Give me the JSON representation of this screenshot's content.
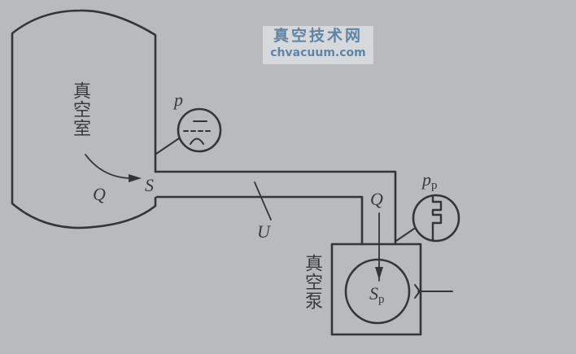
{
  "watermark": {
    "title_cn": "真空技术网",
    "url": "chvacuum.com",
    "color": "#5f84a6",
    "background": "#d6d9dc"
  },
  "diagram": {
    "background_color": "#b9babb",
    "line_color": "#353535",
    "labels": {
      "chamber": "真空室",
      "pump": "真空泵",
      "gauge_chamber": "p",
      "gauge_pump_base": "p",
      "gauge_pump_sub": "p",
      "flow_chamber": "Q",
      "flow_pump": "Q",
      "orifice": "S",
      "conductance": "U",
      "pump_speed_base": "S",
      "pump_speed_sub": "p"
    },
    "components": [
      {
        "id": "vacuum-chamber",
        "label": "真空室"
      },
      {
        "id": "pressure-gauge-chamber",
        "label": "p"
      },
      {
        "id": "connecting-pipe",
        "label": "U"
      },
      {
        "id": "pressure-gauge-pump",
        "label": "pp"
      },
      {
        "id": "vacuum-pump",
        "label": "真空泵",
        "speed": "Sp"
      }
    ]
  }
}
